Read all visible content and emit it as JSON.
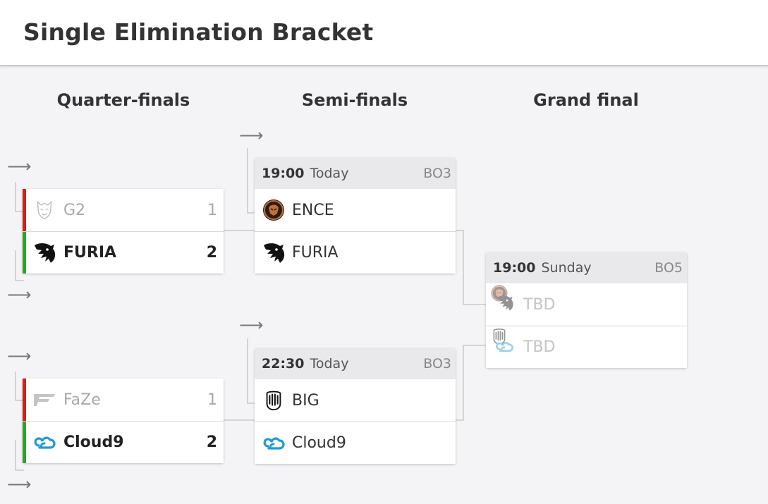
{
  "page": {
    "title": "Single Elimination Bracket"
  },
  "rounds": [
    {
      "title": "Quarter-finals"
    },
    {
      "title": "Semi-finals"
    },
    {
      "title": "Grand final"
    }
  ],
  "quarterfinals": [
    {
      "teams": [
        {
          "name": "G2",
          "score": "1",
          "status": "loser",
          "icon": "g2-logo-icon"
        },
        {
          "name": "FURIA",
          "score": "2",
          "status": "winner",
          "icon": "furia-logo-icon"
        }
      ]
    },
    {
      "teams": [
        {
          "name": "FaZe",
          "score": "1",
          "status": "loser",
          "icon": "faze-logo-icon"
        },
        {
          "name": "Cloud9",
          "score": "2",
          "status": "winner",
          "icon": "cloud9-logo-icon"
        }
      ]
    }
  ],
  "semifinals": [
    {
      "time": "19:00",
      "day": "Today",
      "format": "BO3",
      "teams": [
        {
          "name": "ENCE",
          "icon": "ence-logo-icon"
        },
        {
          "name": "FURIA",
          "icon": "furia-logo-icon"
        }
      ]
    },
    {
      "time": "22:30",
      "day": "Today",
      "format": "BO3",
      "teams": [
        {
          "name": "BIG",
          "icon": "big-logo-icon"
        },
        {
          "name": "Cloud9",
          "icon": "cloud9-logo-icon"
        }
      ]
    }
  ],
  "final": {
    "time": "19:00",
    "day": "Sunday",
    "format": "BO5",
    "teams": [
      {
        "name": "TBD"
      },
      {
        "name": "TBD"
      }
    ]
  },
  "colors": {
    "loser_bar": "#d0201b",
    "winner_bar": "#2aa52a",
    "cloud9": "#1e9ad6",
    "ence": "#c0703a"
  }
}
